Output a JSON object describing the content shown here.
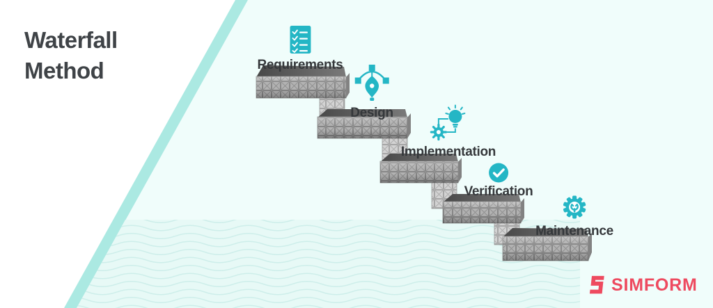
{
  "title": {
    "lines": [
      "Waterfall",
      "Method"
    ]
  },
  "steps": [
    {
      "label": "Requirements",
      "icon": "checklist-icon"
    },
    {
      "label": "Design",
      "icon": "pen-tool-icon"
    },
    {
      "label": "Implementation",
      "icon": "idea-gear-icon"
    },
    {
      "label": "Verification",
      "icon": "check-circle-icon"
    },
    {
      "label": "Maintenance",
      "icon": "gear-wrench-icon"
    }
  ],
  "brand": {
    "name": "SIMFORM"
  },
  "colors": {
    "accent_teal": "#24b6c5",
    "diagonal_stripe": "#abe9e2",
    "background_mint": "#f0fdfb",
    "wave_area": "#e7f9f6",
    "wave_line": "#cdeeea",
    "brand_pink": "#ee4a5f",
    "text_dark": "#3f4347"
  }
}
